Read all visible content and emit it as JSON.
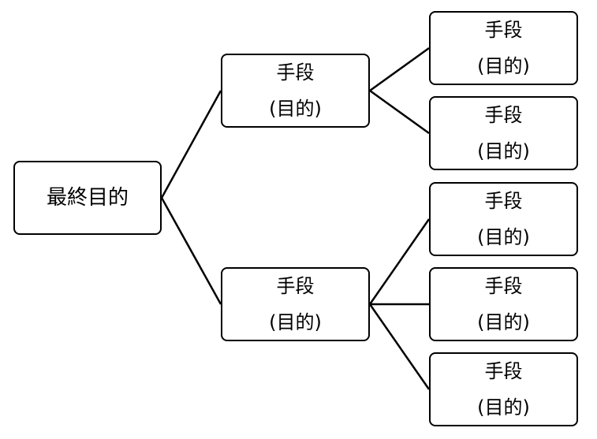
{
  "root": {
    "label": "最終目的"
  },
  "means": [
    {
      "label": "手段",
      "sub": "(目的)",
      "children": [
        {
          "label": "手段",
          "sub": "(目的)"
        },
        {
          "label": "手段",
          "sub": "(目的)"
        }
      ]
    },
    {
      "label": "手段",
      "sub": "(目的)",
      "children": [
        {
          "label": "手段",
          "sub": "(目的)"
        },
        {
          "label": "手段",
          "sub": "(目的)"
        },
        {
          "label": "手段",
          "sub": "(目的)"
        }
      ]
    }
  ]
}
